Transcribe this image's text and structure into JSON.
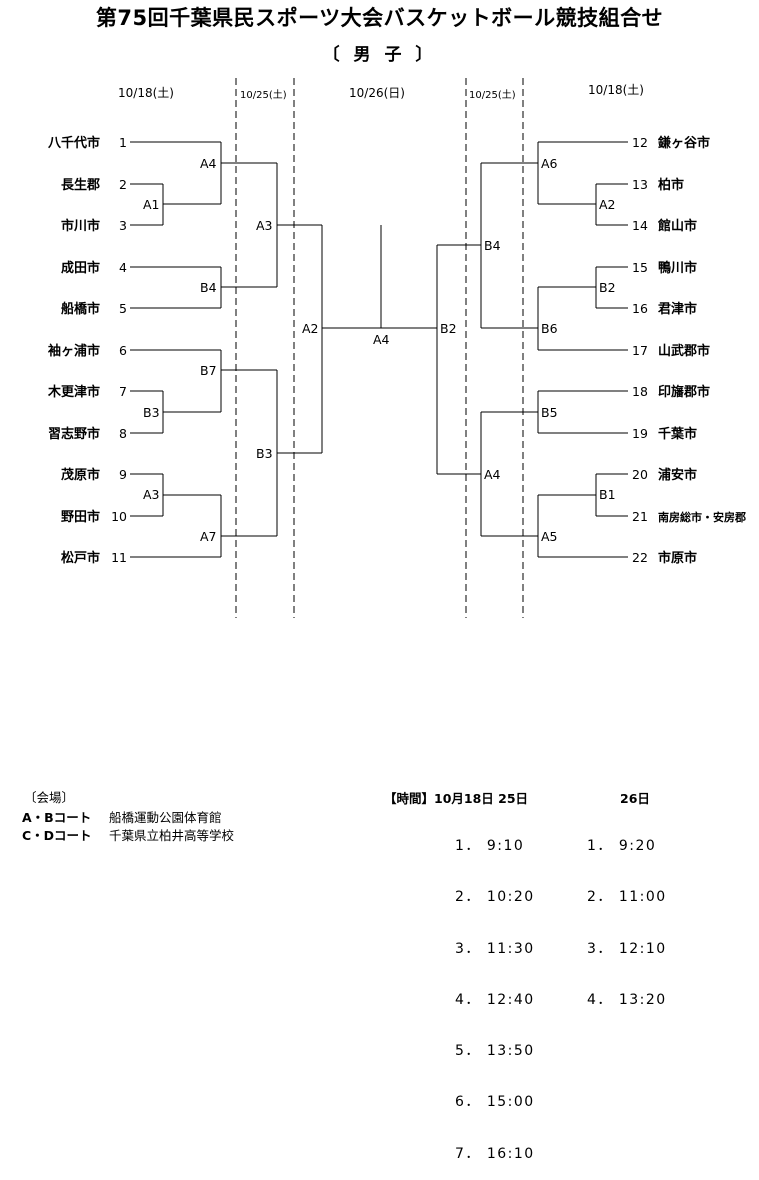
{
  "title": "第75回千葉県民スポーツ大会バスケットボール競技組合せ",
  "subtitle": "〔 男 子 〕",
  "dates": {
    "left_round1": "10/18(土)",
    "left_round2": "10/25(土)",
    "final": "10/26(日)",
    "right_round2": "10/25(土)",
    "right_round1": "10/18(土)"
  },
  "teams_left": [
    {
      "seed": "1",
      "name": "八千代市"
    },
    {
      "seed": "2",
      "name": "長生郡"
    },
    {
      "seed": "3",
      "name": "市川市"
    },
    {
      "seed": "4",
      "name": "成田市"
    },
    {
      "seed": "5",
      "name": "船橋市"
    },
    {
      "seed": "6",
      "name": "袖ヶ浦市"
    },
    {
      "seed": "7",
      "name": "木更津市"
    },
    {
      "seed": "8",
      "name": "習志野市"
    },
    {
      "seed": "9",
      "name": "茂原市"
    },
    {
      "seed": "10",
      "name": "野田市"
    },
    {
      "seed": "11",
      "name": "松戸市"
    }
  ],
  "teams_right": [
    {
      "seed": "12",
      "name": "鎌ヶ谷市"
    },
    {
      "seed": "13",
      "name": "柏市"
    },
    {
      "seed": "14",
      "name": "館山市"
    },
    {
      "seed": "15",
      "name": "鴨川市"
    },
    {
      "seed": "16",
      "name": "君津市"
    },
    {
      "seed": "17",
      "name": "山武郡市"
    },
    {
      "seed": "18",
      "name": "印旛郡市"
    },
    {
      "seed": "19",
      "name": "千葉市"
    },
    {
      "seed": "20",
      "name": "浦安市"
    },
    {
      "seed": "21",
      "name": "南房総市・安房郡"
    },
    {
      "seed": "22",
      "name": "市原市"
    }
  ],
  "matches": {
    "l_a1": "A1",
    "l_a4": "A4",
    "l_b4": "B4",
    "l_b3": "B3",
    "l_b7": "B7",
    "l_a3m": "A3",
    "l_a7": "A7",
    "l_a3": "A3",
    "l_b3s": "B3",
    "l_a2": "A2",
    "final": "A4",
    "r_a2": "A2",
    "r_a6": "A6",
    "r_b2": "B2",
    "r_b6": "B6",
    "r_b5": "B5",
    "r_b1": "B1",
    "r_a5": "A5",
    "r_b4": "B4",
    "r_a4": "A4",
    "r_b2s": "B2"
  },
  "venue": {
    "heading": "〔会場〕",
    "rows": [
      {
        "court": "A・Bコート",
        "place": "船橋運動公園体育館"
      },
      {
        "court": "C・Dコート",
        "place": "千葉県立柏井高等学校"
      }
    ]
  },
  "times": {
    "heading": "【時間】10月18日  25日",
    "day26_heading": "26日",
    "day18_25": [
      "1． 9:10",
      "2． 10:20",
      "3． 11:30",
      "4． 12:40",
      "5． 13:50",
      "6． 15:00",
      "7． 16:10"
    ],
    "day26": [
      "1． 9:20",
      "2． 11:00",
      "3． 12:10",
      "4． 13:20"
    ]
  }
}
